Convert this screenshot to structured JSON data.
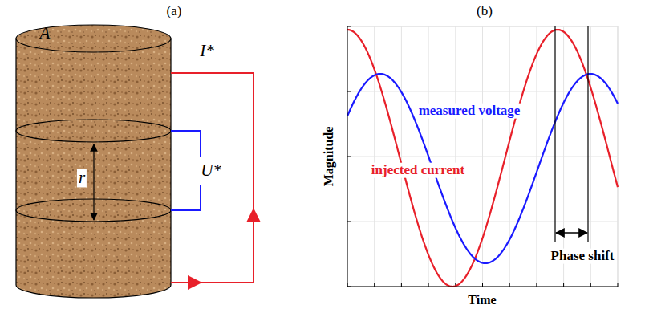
{
  "diagram": {
    "labels": [
      "(a)",
      "(b)",
      "A",
      "I*",
      "U*",
      "r",
      "measured voltage",
      "injected current",
      "Phase shift",
      "Magnitude",
      "Time"
    ]
  }
}
